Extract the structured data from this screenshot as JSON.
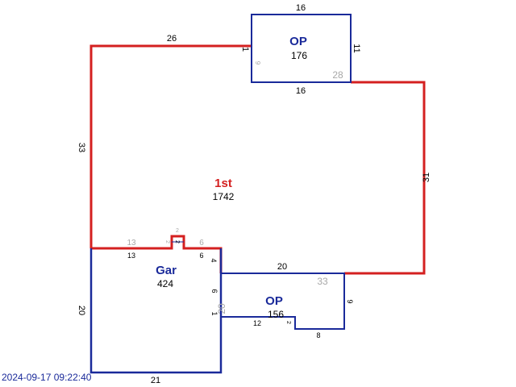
{
  "colors": {
    "first_floor": "#d42020",
    "garage": "#1a2a9a",
    "porch": "#1a2a9a",
    "dimension_text": "#000000",
    "ghost_text": "#a8a8a8",
    "timestamp": "#1a2a9a"
  },
  "areas": {
    "first_floor": {
      "label": "1st",
      "value": "1742"
    },
    "garage": {
      "label": "Gar",
      "value": "424"
    },
    "porch_top": {
      "label": "OP",
      "value": "176"
    },
    "porch_bottom": {
      "label": "OP",
      "value": "156"
    }
  },
  "dimensions": {
    "first_top": "26",
    "first_left": "33",
    "first_right": "31",
    "first_mid_right": "20",
    "first_inner_13": "13",
    "first_inner_6": "6",
    "first_inner_4": "4",
    "first_bump_2": "2",
    "garage_bottom": "21",
    "garage_left": "20",
    "garage_right_6": "6",
    "garage_right_1": "1",
    "porch_top_top": "16",
    "porch_top_bottom": "16",
    "porch_top_right": "11",
    "porch_top_left": "1",
    "porch_top_inner_9": "9",
    "porch_top_inner_28": "28",
    "porch_bottom_inner_33": "33",
    "porch_bottom_inner_20": "20",
    "porch_bottom_bottom_12": "12",
    "porch_bottom_bottom_8": "8",
    "porch_bottom_right_9": "9",
    "porch_bottom_step_2": "2",
    "ghost_13": "13",
    "ghost_6": "6",
    "ghost_2a": "2",
    "ghost_2b": "2"
  },
  "timestamp": "2024-09-17 09:22:40"
}
